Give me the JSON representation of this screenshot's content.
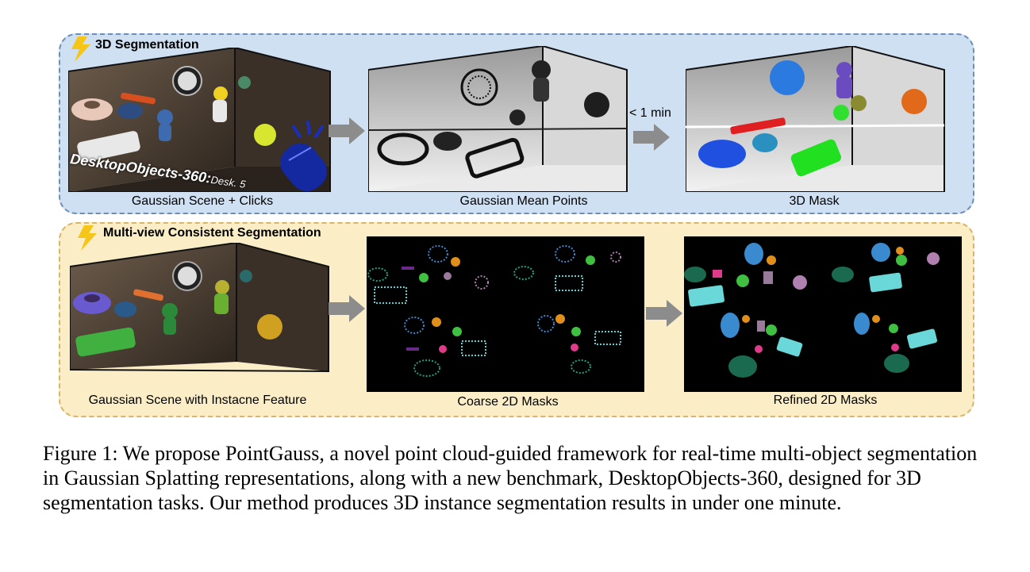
{
  "top_panel": {
    "title": "3D Segmentation",
    "dataset_name": "DesktopObjects-360:",
    "dataset_sub": "Desk. 5",
    "captions": [
      "Gaussian Scene + Clicks",
      "Gaussian Mean Points",
      "3D Mask"
    ],
    "time_label": "< 1 min"
  },
  "bottom_panel": {
    "title": "Multi-view Consistent Segmentation",
    "captions": [
      "Gaussian Scene with Instacne Feature",
      "Coarse 2D Masks",
      "Refined 2D Masks"
    ]
  },
  "figure_caption": "Figure 1: We propose PointGauss, a novel point cloud-guided framework for real-time multi-object segmentation in Gaussian Splatting representations, along with a new benchmark, DesktopObjects-360, designed for 3D segmentation tasks. Our method produces 3D instance segmentation results in under one minute.",
  "colors": {
    "top_bg": "#cfe0f3",
    "bottom_bg": "#fbedc6",
    "bolt": "#f5c518",
    "arrow": "#8c8c8c"
  }
}
